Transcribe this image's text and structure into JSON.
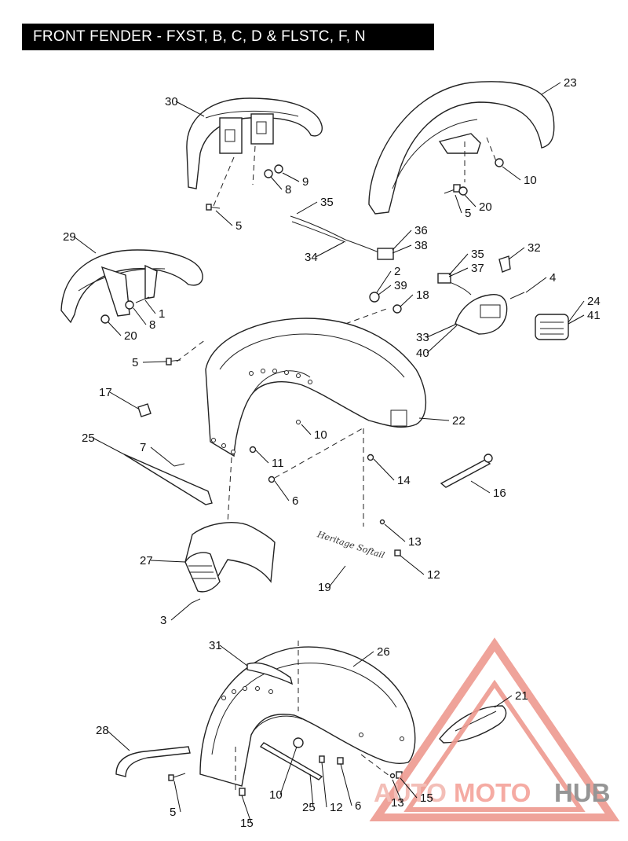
{
  "title": "FRONT FENDER - FXST, B, C, D & FLSTC, F, N",
  "emblem_text_1": "Heritage Softail",
  "watermark": {
    "part1": "AUTO",
    "part2": "MOTO",
    "part3": "HUB",
    "colors": {
      "auto": "#f2b8b0",
      "moto": "#f4a39a",
      "hub": "#8a8a8a",
      "triangle": "#ee9a90"
    }
  },
  "callouts": [
    {
      "id": "c30",
      "label": "30"
    },
    {
      "id": "c23",
      "label": "23"
    },
    {
      "id": "c9",
      "label": "9"
    },
    {
      "id": "c8a",
      "label": "8"
    },
    {
      "id": "c10a",
      "label": "10"
    },
    {
      "id": "c5a",
      "label": "5"
    },
    {
      "id": "c5b",
      "label": "5"
    },
    {
      "id": "c20a",
      "label": "20"
    },
    {
      "id": "c35a",
      "label": "35"
    },
    {
      "id": "c29",
      "label": "29"
    },
    {
      "id": "c36",
      "label": "36"
    },
    {
      "id": "c38",
      "label": "38"
    },
    {
      "id": "c34",
      "label": "34"
    },
    {
      "id": "c35b",
      "label": "35"
    },
    {
      "id": "c37",
      "label": "37"
    },
    {
      "id": "c32",
      "label": "32"
    },
    {
      "id": "c2",
      "label": "2"
    },
    {
      "id": "c39",
      "label": "39"
    },
    {
      "id": "c4",
      "label": "4"
    },
    {
      "id": "c1",
      "label": "1"
    },
    {
      "id": "c18",
      "label": "18"
    },
    {
      "id": "c24",
      "label": "24"
    },
    {
      "id": "c41",
      "label": "41"
    },
    {
      "id": "c8b",
      "label": "8"
    },
    {
      "id": "c20b",
      "label": "20"
    },
    {
      "id": "c33",
      "label": "33"
    },
    {
      "id": "c40",
      "label": "40"
    },
    {
      "id": "c5c",
      "label": "5"
    },
    {
      "id": "c17",
      "label": "17"
    },
    {
      "id": "c22",
      "label": "22"
    },
    {
      "id": "c10b",
      "label": "10"
    },
    {
      "id": "c25a",
      "label": "25"
    },
    {
      "id": "c7",
      "label": "7"
    },
    {
      "id": "c11",
      "label": "11"
    },
    {
      "id": "c14",
      "label": "14"
    },
    {
      "id": "c16",
      "label": "16"
    },
    {
      "id": "c6a",
      "label": "6"
    },
    {
      "id": "c13a",
      "label": "13"
    },
    {
      "id": "c27",
      "label": "27"
    },
    {
      "id": "c12a",
      "label": "12"
    },
    {
      "id": "c19",
      "label": "19"
    },
    {
      "id": "c3",
      "label": "3"
    },
    {
      "id": "c31",
      "label": "31"
    },
    {
      "id": "c26",
      "label": "26"
    },
    {
      "id": "c21",
      "label": "21"
    },
    {
      "id": "c28",
      "label": "28"
    },
    {
      "id": "c10c",
      "label": "10"
    },
    {
      "id": "c25b",
      "label": "25"
    },
    {
      "id": "c12b",
      "label": "12"
    },
    {
      "id": "c6b",
      "label": "6"
    },
    {
      "id": "c13b",
      "label": "13"
    },
    {
      "id": "c15a",
      "label": "15"
    },
    {
      "id": "c5d",
      "label": "5"
    },
    {
      "id": "c15b",
      "label": "15"
    }
  ]
}
